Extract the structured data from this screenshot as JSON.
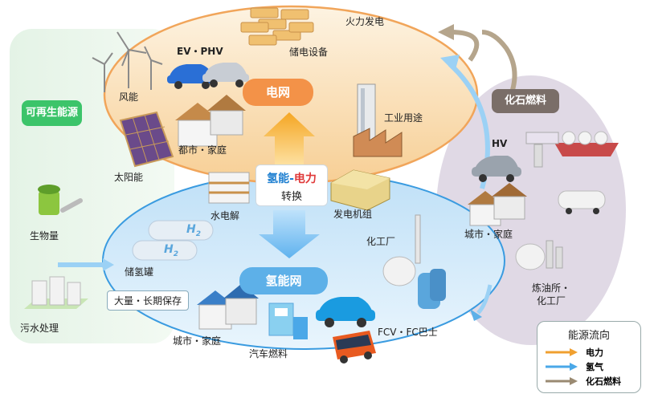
{
  "renewable": {
    "title": "可再生能源",
    "wind": "风能",
    "solar": "太阳能",
    "biomass": "生物量",
    "sewage": "污水处理"
  },
  "grid": {
    "title": "电网",
    "thermal": "火力发电",
    "ev": "EV・PHV",
    "storage": "储电设备",
    "industry": "工业用途",
    "city": "都市・家庭"
  },
  "conversion": {
    "line1_a": "氢能",
    "line1_sep": "-",
    "line1_b": "电力",
    "line2": "转换",
    "electrolysis": "水电解",
    "generator": "发电机组"
  },
  "hydrogen": {
    "title": "氢能网",
    "tank": "储氢罐",
    "h2": "H",
    "h2_sub": "2",
    "longterm": "大量・长期保存",
    "chemical": "化工厂",
    "city": "城市・家庭",
    "fuel": "汽车燃料",
    "fcv": "FCV・FC巴士"
  },
  "fossil": {
    "title": "化石燃料",
    "hv": "HV",
    "city": "城市・家庭",
    "refinery1": "炼油所・",
    "refinery2": "化工厂"
  },
  "legend": {
    "title": "能源流向",
    "items": [
      {
        "label": "电力",
        "color": "#f0a030"
      },
      {
        "label": "氢气",
        "color": "#4aa8e8"
      },
      {
        "label": "化石燃料",
        "color": "#9a8a72"
      }
    ]
  },
  "colors": {
    "grid_pill": "#f39248",
    "hydrogen_pill": "#5db0e8",
    "renewable_pill": "#3cc46a",
    "fossil_pill": "#7a6e68",
    "conv_blue": "#1e7fd0",
    "conv_red": "#e03a3a"
  }
}
